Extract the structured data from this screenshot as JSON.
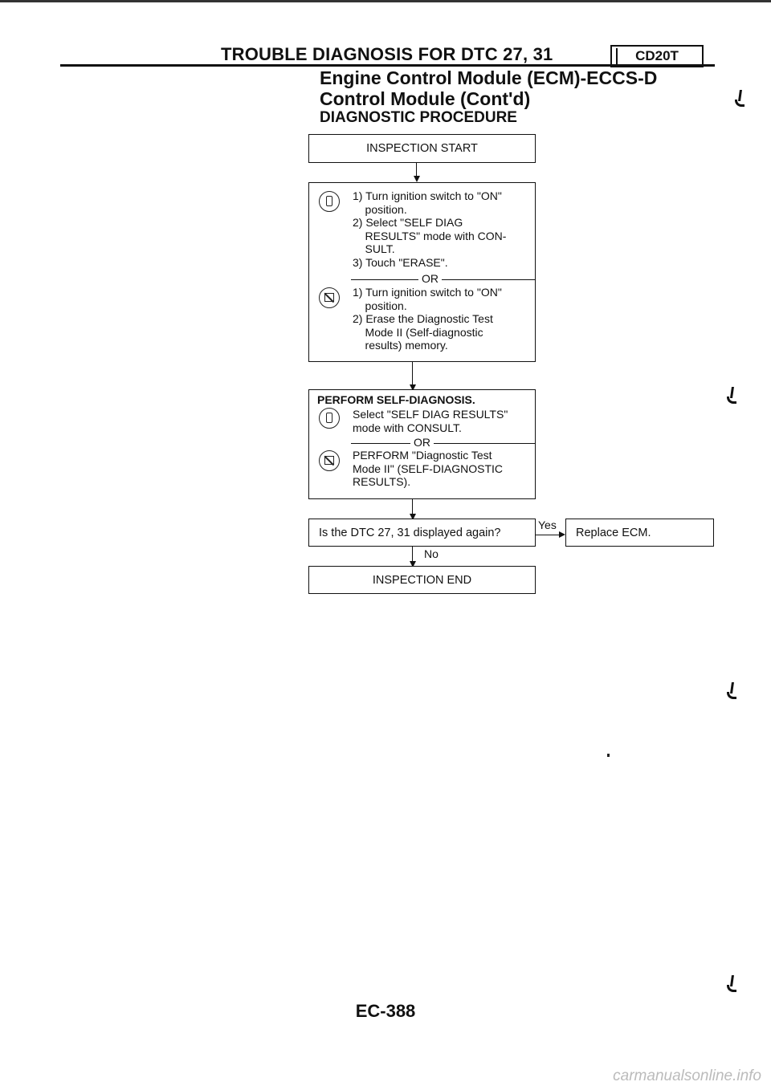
{
  "header": {
    "title": "TROUBLE DIAGNOSIS FOR DTC 27, 31",
    "engine": "CD20T",
    "section_line1": "Engine Control Module (ECM)-ECCS-D",
    "section_line2": "Control Module (Cont'd)",
    "procedure": "DIAGNOSTIC PROCEDURE"
  },
  "flow": {
    "start": "INSPECTION START",
    "erase": {
      "consult_steps": "1) Turn ignition switch to \"ON\"\n    position.\n2) Select \"SELF DIAG\n    RESULTS\" mode with CON-\n    SULT.\n3) Touch \"ERASE\".",
      "or": "OR",
      "nonconsult_steps": "1) Turn ignition switch to \"ON\"\n    position.\n2) Erase the Diagnostic Test\n    Mode II (Self-diagnostic\n    results) memory."
    },
    "self_diag": {
      "heading": "PERFORM SELF-DIAGNOSIS.",
      "consult_steps": "Select \"SELF DIAG RESULTS\"\nmode with CONSULT.",
      "or": "OR",
      "nonconsult_steps": "PERFORM \"Diagnostic Test\nMode II\" (SELF-DIAGNOSTIC\nRESULTS)."
    },
    "question": "Is the DTC 27, 31 displayed again?",
    "yes_label": "Yes",
    "yes_action": "Replace ECM.",
    "no_label": "No",
    "end": "INSPECTION END"
  },
  "icons": {
    "consult": "consult-tester-icon",
    "ecm": "ecm-self-diagnosis-icon"
  },
  "page_number": "EC-388",
  "footer": "carmanualsonline.info"
}
